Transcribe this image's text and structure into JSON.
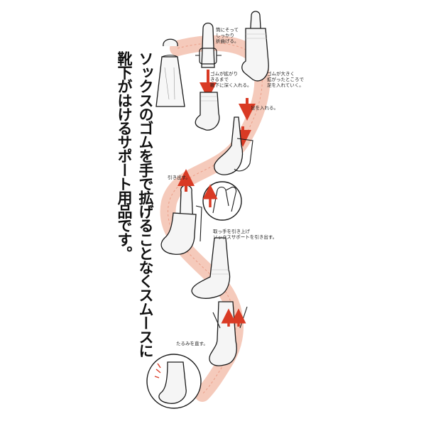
{
  "title": "ソックスのゴムを手で拡げることなくスムースに靴下がはけるサポート用品です。",
  "captions": {
    "fold": "筒にそって\nしっかり\n折曲げる。",
    "insert": "ゴムが拡がり\nきるまで\n靴下に深く入れる。",
    "spread": "ゴムが大きく\n拡がったところで\n足を入れていく。",
    "foot_in": "足を入れる。",
    "pull_out": "引き出す。",
    "lift": "取っ手を引き上げ\nソックスサポートを引き出す。",
    "smooth": "たるみを直す。"
  },
  "colors": {
    "path": "#f2b8a4",
    "path_edge": "#e8927a",
    "arrow_red": "#d93a24",
    "ink": "#1a1a1a"
  },
  "icons": [
    "sock-support-tool-icon",
    "sock-icon",
    "foot-icon",
    "hand-icon",
    "red-arrow-icon"
  ]
}
